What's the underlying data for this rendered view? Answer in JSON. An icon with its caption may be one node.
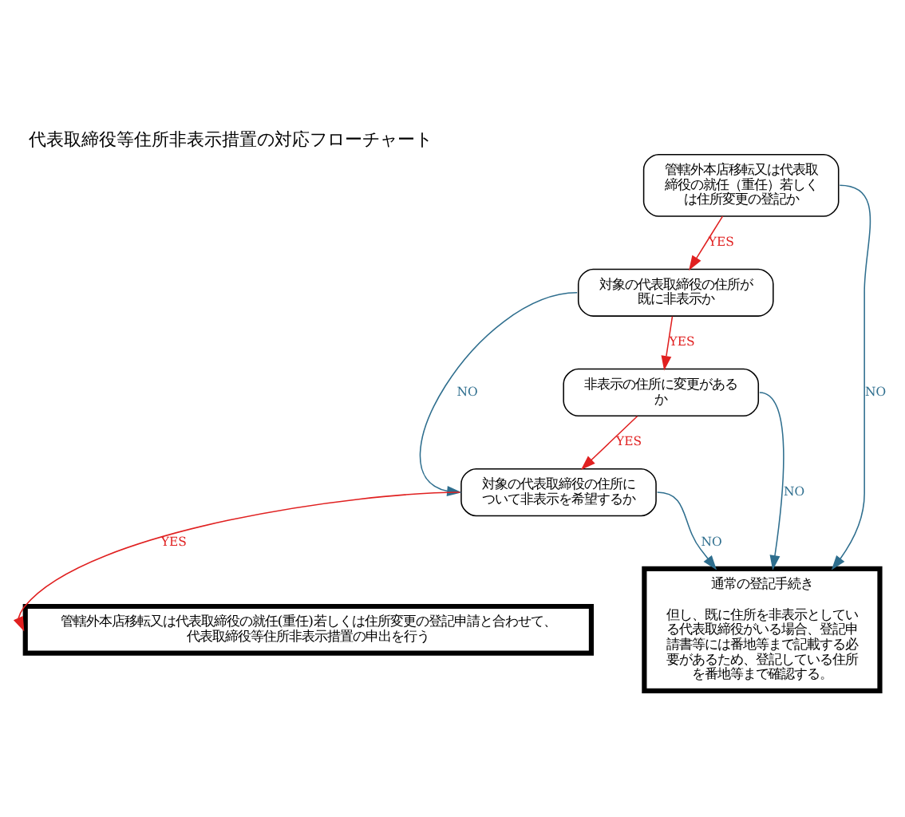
{
  "diagram": {
    "title": "代表取締役等住所非表示措置の対応フローチャート",
    "nodes": [
      {
        "text": [
          "管轄外本店移転又は代表取締役の就任（重任）若しくは住所変更の登記か"
        ]
      },
      {
        "text": [
          "対象の代表取締役の住所が既に非表示か"
        ]
      },
      {
        "text": [
          "非表示の住所に変更があるか"
        ]
      },
      {
        "text": [
          "対象の代表取締役の住所について非表示を希望するか"
        ]
      },
      {
        "text": [
          "通常の登記手続き",
          "但し、既に住所を非表示としている代表取締役がいる場合、登記申請書等には番地等まで記載する必要があるため、登記している住所を番地等まで確認する。"
        ]
      },
      {
        "text": [
          "管轄外本店移転又は代表取締役の就任(重任)若しくは住所変更の登記申請と合わせて、代表取締役等住所非表示措置の申出を行う"
        ]
      }
    ],
    "edges": [
      {
        "from": 0,
        "to": 4,
        "arrow": "to",
        "label": "NO",
        "color": "#2e6e8e"
      },
      {
        "from": 0,
        "to": 1,
        "arrow": "to",
        "label": "YES",
        "color": "#e02020"
      },
      {
        "from": 1,
        "to": 2,
        "arrow": "to",
        "label": "YES",
        "color": "#e02020"
      },
      {
        "from": 1,
        "to": 3,
        "arrow": "to",
        "label": "NO",
        "color": "#2e6e8e"
      },
      {
        "from": 2,
        "to": 4,
        "arrow": "to",
        "label": "NO",
        "color": "#2e6e8e"
      },
      {
        "from": 2,
        "to": 3,
        "arrow": "to",
        "label": "YES",
        "color": "#e02020"
      },
      {
        "from": 3,
        "to": 4,
        "arrow": "to",
        "label": "NO",
        "color": "#2e6e8e"
      },
      {
        "from": 3,
        "to": 5,
        "arrow": "to",
        "label": "YES",
        "color": "#e02020"
      }
    ]
  }
}
